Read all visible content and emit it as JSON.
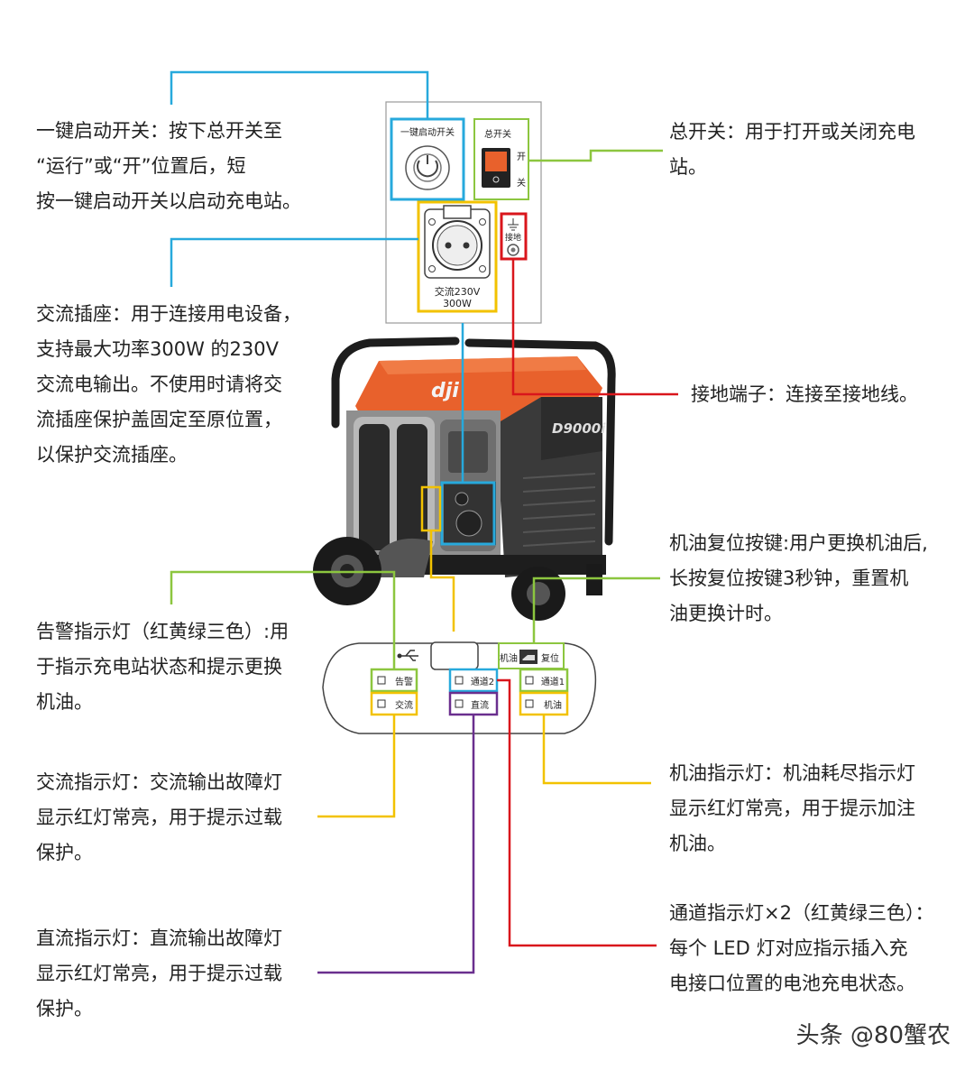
{
  "callouts": {
    "one_key_start": {
      "lines": [
        "一键启动开关：按下总开关至",
        "“运行”或“开”位置后，短",
        "按一键启动开关以启动充电站。"
      ]
    },
    "main_switch": {
      "lines": [
        "总开关：用于打开或关闭充电",
        "站。"
      ]
    },
    "ac_socket": {
      "lines": [
        "交流插座：用于连接用电设备，",
        "支持最大功率300W 的230V",
        "交流电输出。不使用时请将交",
        "流插座保护盖固定至原位置，",
        "以保护交流插座。"
      ]
    },
    "ground_terminal": {
      "lines": [
        "接地端子：连接至接地线。"
      ]
    },
    "oil_reset": {
      "lines": [
        "机油复位按键:用户更换机油后,",
        "长按复位按键3秒钟，重置机",
        "油更换计时。"
      ]
    },
    "alarm_light": {
      "lines": [
        "告警指示灯（红黄绿三色）:用",
        "于指示充电站状态和提示更换",
        "机油。"
      ]
    },
    "ac_light": {
      "lines": [
        "交流指示灯：交流输出故障灯",
        "显示红灯常亮，用于提示过载",
        "保护。"
      ]
    },
    "oil_light": {
      "lines": [
        "机油指示灯：机油耗尽指示灯",
        "显示红灯常亮，用于提示加注",
        "机油。"
      ]
    },
    "channel_light": {
      "lines": [
        "通道指示灯×2（红黄绿三色）：",
        "每个 LED 灯对应指示插入充",
        "电接口位置的电池充电状态。"
      ]
    },
    "dc_light": {
      "lines": [
        "直流指示灯：直流输出故障灯",
        "显示红灯常亮，用于提示过载",
        "保护。"
      ]
    }
  },
  "panel": {
    "one_key_label": "一键启动开关",
    "main_switch_label": "总开关",
    "on_label": "开",
    "off_label": "关",
    "ground_label": "接地",
    "socket_label": "交流230V",
    "socket_power": "300W"
  },
  "generator": {
    "brand": "dji",
    "model": "D9000i"
  },
  "indicator_panel": {
    "oil_label": "机油",
    "reset_label": "复位",
    "alarm": "告警",
    "channel2": "通道2",
    "channel1": "通道1",
    "ac": "交流",
    "dc": "直流",
    "oil": "机油"
  },
  "watermark": "头条 @80蟹农",
  "colors": {
    "blue": "#27a9dc",
    "green": "#8cc63f",
    "yellow": "#f2c200",
    "red": "#d9161c",
    "purple": "#6a2f8e",
    "orange": "#e8612c"
  }
}
